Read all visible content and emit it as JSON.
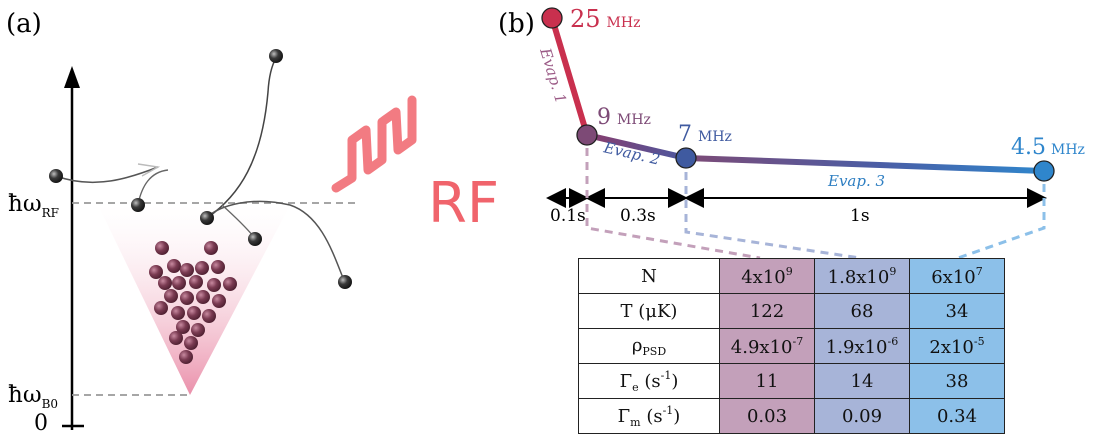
{
  "panel_a": {
    "label": "(a)",
    "level_rf": "ħω",
    "level_rf_sub": "RF",
    "level_b0": "ħω",
    "level_b0_sub": "B0",
    "zero": "0",
    "rf_text": "RF",
    "colors": {
      "rf": "#f0646c",
      "atom": "#3a3a3a",
      "cloud": "#7a3b52"
    }
  },
  "panel_b": {
    "label": "(b)",
    "points": [
      {
        "value": "25",
        "unit": "MHz",
        "color": "#c9304e"
      },
      {
        "value": "9",
        "unit": "MHz",
        "color": "#7d4a76"
      },
      {
        "value": "7",
        "unit": "MHz",
        "color": "#3f5aa0"
      },
      {
        "value": "4.5",
        "unit": "MHz",
        "color": "#2f86cc"
      }
    ],
    "stages": [
      "Evap. 1",
      "Evap. 2",
      "Evap. 3"
    ],
    "durations": [
      "0.1s",
      "0.3s",
      "1s"
    ],
    "table": {
      "rows": [
        {
          "label": "N",
          "values": [
            [
              "4x10",
              "9"
            ],
            [
              "1.8x10",
              "9"
            ],
            [
              "6x10",
              "7"
            ]
          ]
        },
        {
          "label": "T (μK)",
          "values": [
            [
              "122",
              ""
            ],
            [
              "68",
              ""
            ],
            [
              "34",
              ""
            ]
          ]
        },
        {
          "label": "ρ",
          "label_sub": "PSD",
          "values": [
            [
              "4.9x10",
              "-7"
            ],
            [
              "1.9x10",
              "-6"
            ],
            [
              "2x10",
              "-5"
            ]
          ]
        },
        {
          "label": "Γ",
          "label_sub": "e",
          "label_tail": " (s",
          "label_sup": "-1",
          "label_end": ")",
          "values": [
            [
              "11",
              ""
            ],
            [
              "14",
              ""
            ],
            [
              "38",
              ""
            ]
          ]
        },
        {
          "label": "Γ",
          "label_sub": "m",
          "label_tail": " (s",
          "label_sup": "-1",
          "label_end": ")",
          "values": [
            [
              "0.03",
              ""
            ],
            [
              "0.09",
              ""
            ],
            [
              "0.34",
              ""
            ]
          ]
        }
      ]
    }
  }
}
